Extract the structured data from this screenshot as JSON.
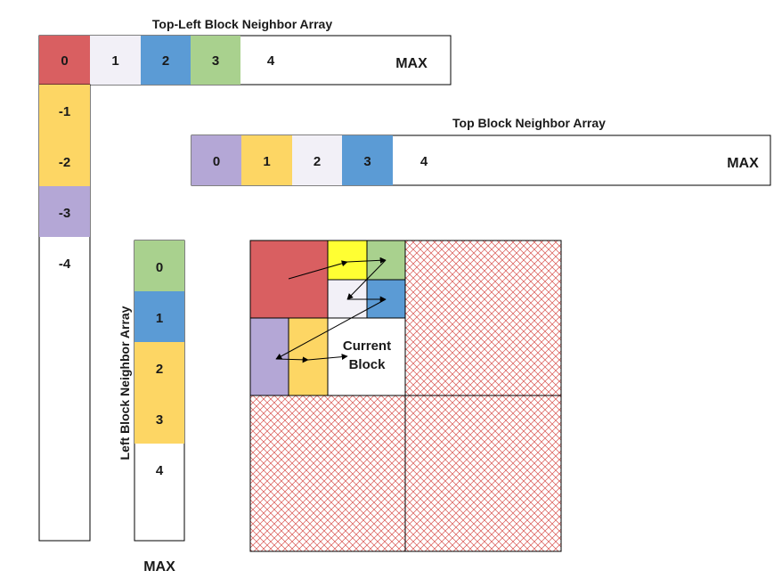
{
  "colors": {
    "red": "#d95f61",
    "yellow": "#fdd664",
    "blue": "#5b9bd5",
    "green": "#a9d18e",
    "purple": "#b4a7d6",
    "light": "#f2f0f7",
    "bright_yellow": "#ffff33",
    "hatch": "#d9534f",
    "white": "#ffffff",
    "border": "#000000"
  },
  "top_left_array": {
    "title": "Top-Left Block Neighbor Array",
    "cells": [
      {
        "label": "0",
        "color": "red"
      },
      {
        "label": "1",
        "color": "light"
      },
      {
        "label": "2",
        "color": "blue"
      },
      {
        "label": "3",
        "color": "green"
      },
      {
        "label": "4",
        "color": "white"
      }
    ],
    "max_label": "MAX",
    "column_cells": [
      {
        "label": "-1",
        "color": "yellow"
      },
      {
        "label": "-2",
        "color": "yellow"
      },
      {
        "label": "-3",
        "color": "purple"
      },
      {
        "label": "-4",
        "color": "white"
      }
    ]
  },
  "top_array": {
    "title": "Top Block Neighbor Array",
    "cells": [
      {
        "label": "0",
        "color": "purple"
      },
      {
        "label": "1",
        "color": "yellow"
      },
      {
        "label": "2",
        "color": "light"
      },
      {
        "label": "3",
        "color": "blue"
      },
      {
        "label": "4",
        "color": "white"
      }
    ],
    "max_label": "MAX"
  },
  "left_array": {
    "title": "Left Block Neighbor Array",
    "cells": [
      {
        "label": "0",
        "color": "green"
      },
      {
        "label": "1",
        "color": "blue"
      },
      {
        "label": "2",
        "color": "yellow"
      },
      {
        "label": "3",
        "color": "yellow"
      },
      {
        "label": "4",
        "color": "white"
      }
    ],
    "max_label": "MAX"
  },
  "block": {
    "current_label_line1": "Current",
    "current_label_line2": "Block"
  }
}
